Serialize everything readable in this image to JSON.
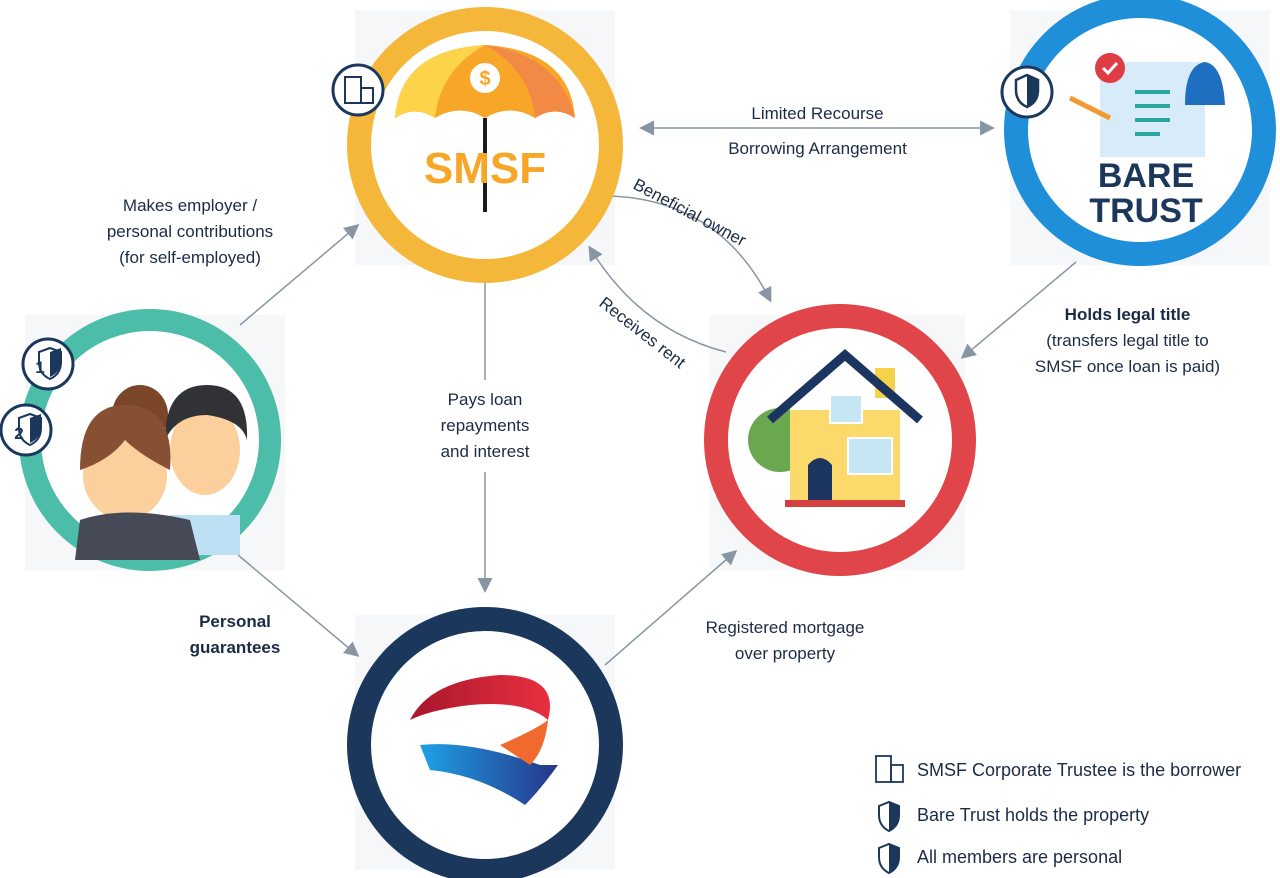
{
  "nodes": {
    "smsf": {
      "label": "SMSF",
      "color": "#F4B73A"
    },
    "bare_trust": {
      "label_line1": "BARE",
      "label_line2": "TRUST",
      "color": "#1E8FD8"
    },
    "members": {
      "badge1": "1",
      "badge2": "2",
      "color": "#4BBDA8"
    },
    "property": {
      "color": "#E0454A"
    },
    "lender": {
      "color": "#1B385C"
    }
  },
  "relations": {
    "lrba_line1": "Limited Recourse",
    "lrba_line2": "Borrowing Arrangement",
    "contributions": [
      "Makes employer /",
      "personal contributions",
      "(for self-employed)"
    ],
    "beneficial_owner": "Beneficial owner",
    "receives_rent": "Receives rent",
    "repayments": [
      "Pays loan",
      "repayments",
      "and interest"
    ],
    "legal_title_heading": "Holds legal title",
    "legal_title_detail": [
      "(transfers legal title to",
      "SMSF once loan is paid)"
    ],
    "guarantees": [
      "Personal",
      "guarantees"
    ],
    "mortgage": [
      "Registered mortgage",
      "over property"
    ]
  },
  "legend": [
    {
      "icon": "building-icon",
      "text": "SMSF Corporate Trustee is the borrower"
    },
    {
      "icon": "shield-icon",
      "text": "Bare Trust holds the property"
    },
    {
      "icon": "shield-icon",
      "text": "All members are personal"
    }
  ]
}
